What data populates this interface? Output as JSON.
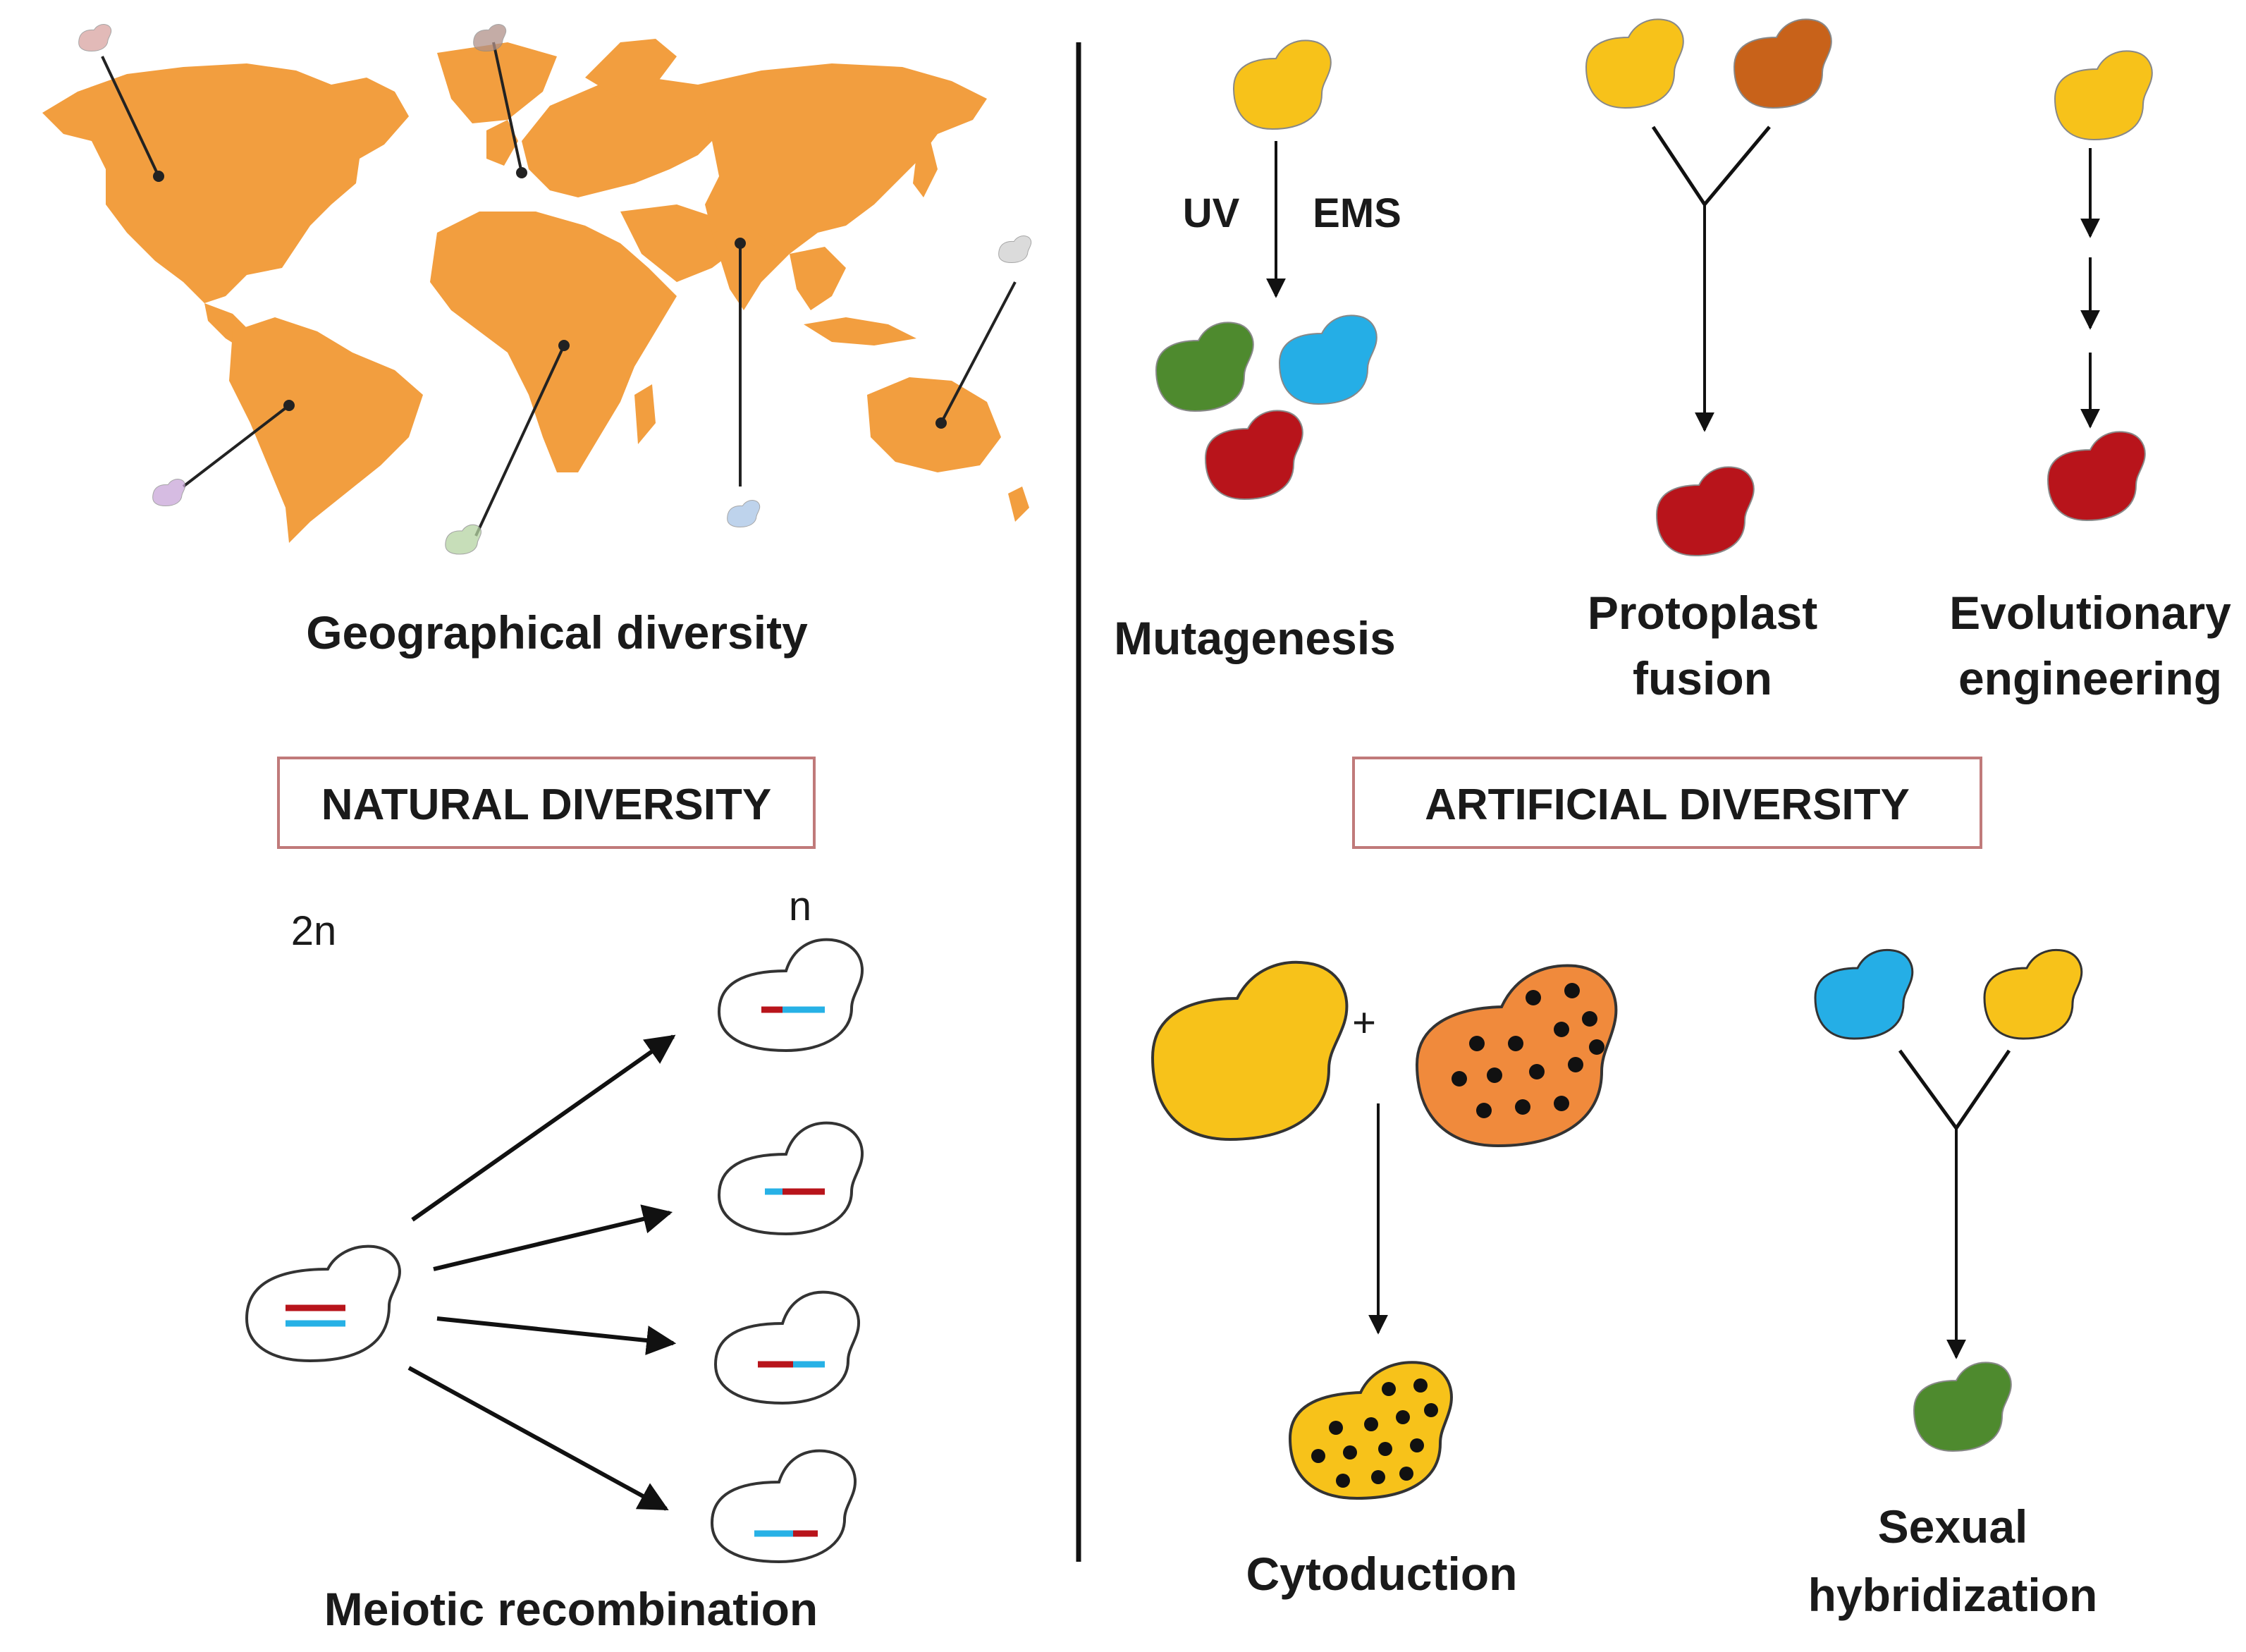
{
  "natural": {
    "geo_label": "Geographical diversity",
    "box_label": "NATURAL DIVERSITY",
    "ploidy_diploid": "2n",
    "ploidy_haploid": "n",
    "meiosis_label": "Meiotic recombination"
  },
  "artificial": {
    "box_label": "ARTIFICIAL DIVERSITY",
    "uv": "UV",
    "ems": "EMS",
    "mutagenesis": "Mutagenesis",
    "protoplast_line1": "Protoplast",
    "protoplast_line2": "fusion",
    "evolutionary_line1": "Evolutionary",
    "evolutionary_line2": "engineering",
    "plus": "+",
    "cytoduction": "Cytoduction",
    "sexual_line1": "Sexual",
    "sexual_line2": "hybridization"
  },
  "colors": {
    "map": "#f29e3f",
    "yellow": "#f7c21a",
    "orange_brown": "#c8621a",
    "green": "#4e8a2e",
    "blue": "#25aee6",
    "red": "#b8141b",
    "box_border": "#c07a7a",
    "chrom_red": "#b8141b",
    "chrom_blue": "#27b1e6"
  }
}
